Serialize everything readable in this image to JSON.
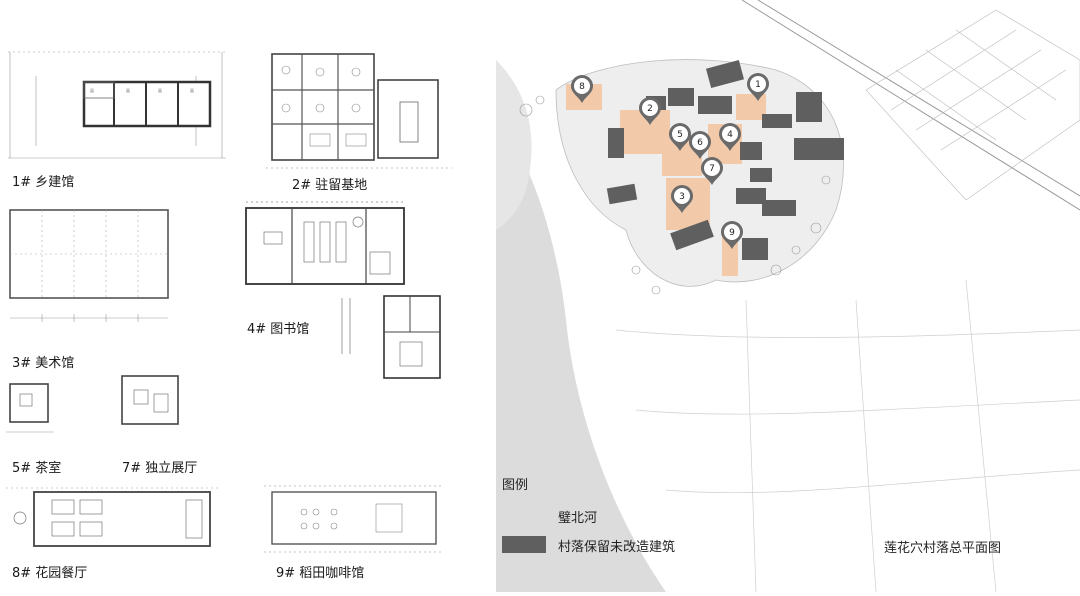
{
  "floor_plans": [
    {
      "id": "1",
      "caption": "1# 乡建馆"
    },
    {
      "id": "2",
      "caption": "2# 驻留基地"
    },
    {
      "id": "3",
      "caption": "3# 美术馆"
    },
    {
      "id": "4",
      "caption": "4# 图书馆"
    },
    {
      "id": "5",
      "caption": "5# 茶室"
    },
    {
      "id": "7",
      "caption": "7# 独立展厅"
    },
    {
      "id": "8",
      "caption": "8# 花园餐厅"
    },
    {
      "id": "9",
      "caption": "9# 稻田咖啡馆"
    }
  ],
  "site_plan": {
    "title": "莲花穴村落总平面图",
    "markers": [
      "1",
      "2",
      "3",
      "4",
      "5",
      "6",
      "7",
      "8",
      "9"
    ]
  },
  "legend": {
    "title": "图例",
    "items": [
      {
        "label": "璧北河",
        "color": "#dcdcdc"
      },
      {
        "label": "村落保留未改造建筑",
        "color": "#5f5f5f"
      }
    ]
  },
  "colors": {
    "renovated": "#f2c9a9",
    "existing_building": "#5f5f5f",
    "river": "#dcdcdc",
    "line": "#8a8a8a"
  }
}
